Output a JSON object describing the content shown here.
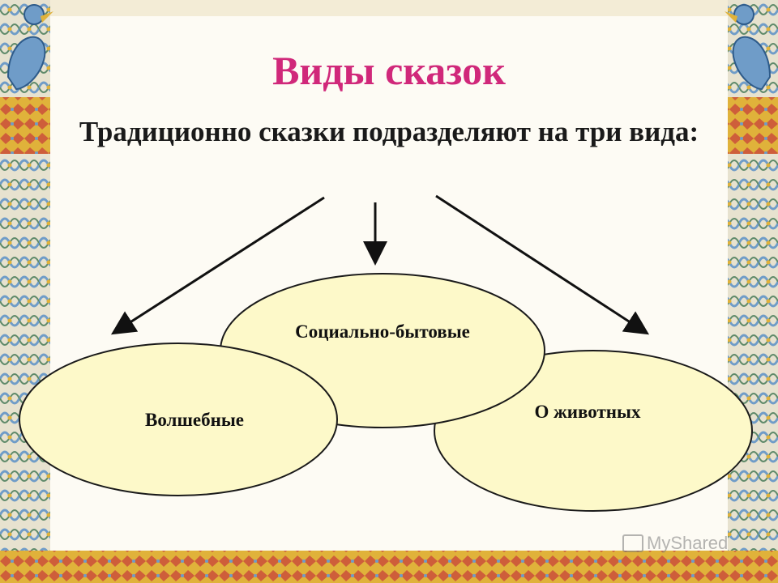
{
  "slide": {
    "title": "Виды сказок",
    "subtitle": "Традиционно сказки подразделяют на три вида:"
  },
  "diagram": {
    "nodes": [
      {
        "id": "magic",
        "label": "Волшебные"
      },
      {
        "id": "social",
        "label": "Социально-бытовые"
      },
      {
        "id": "animals",
        "label": "О животных"
      }
    ],
    "arrows": [
      {
        "from": "subtitle",
        "to": "magic"
      },
      {
        "from": "subtitle",
        "to": "social"
      },
      {
        "from": "subtitle",
        "to": "animals"
      }
    ]
  },
  "colors": {
    "title": "#d0287a",
    "ellipse_fill": "#fdf9c9",
    "ellipse_stroke": "#1a1a1a",
    "frame_blue": "#6f9cc8",
    "frame_gold": "#e0b23a"
  },
  "watermark": {
    "text": "MyShared"
  }
}
